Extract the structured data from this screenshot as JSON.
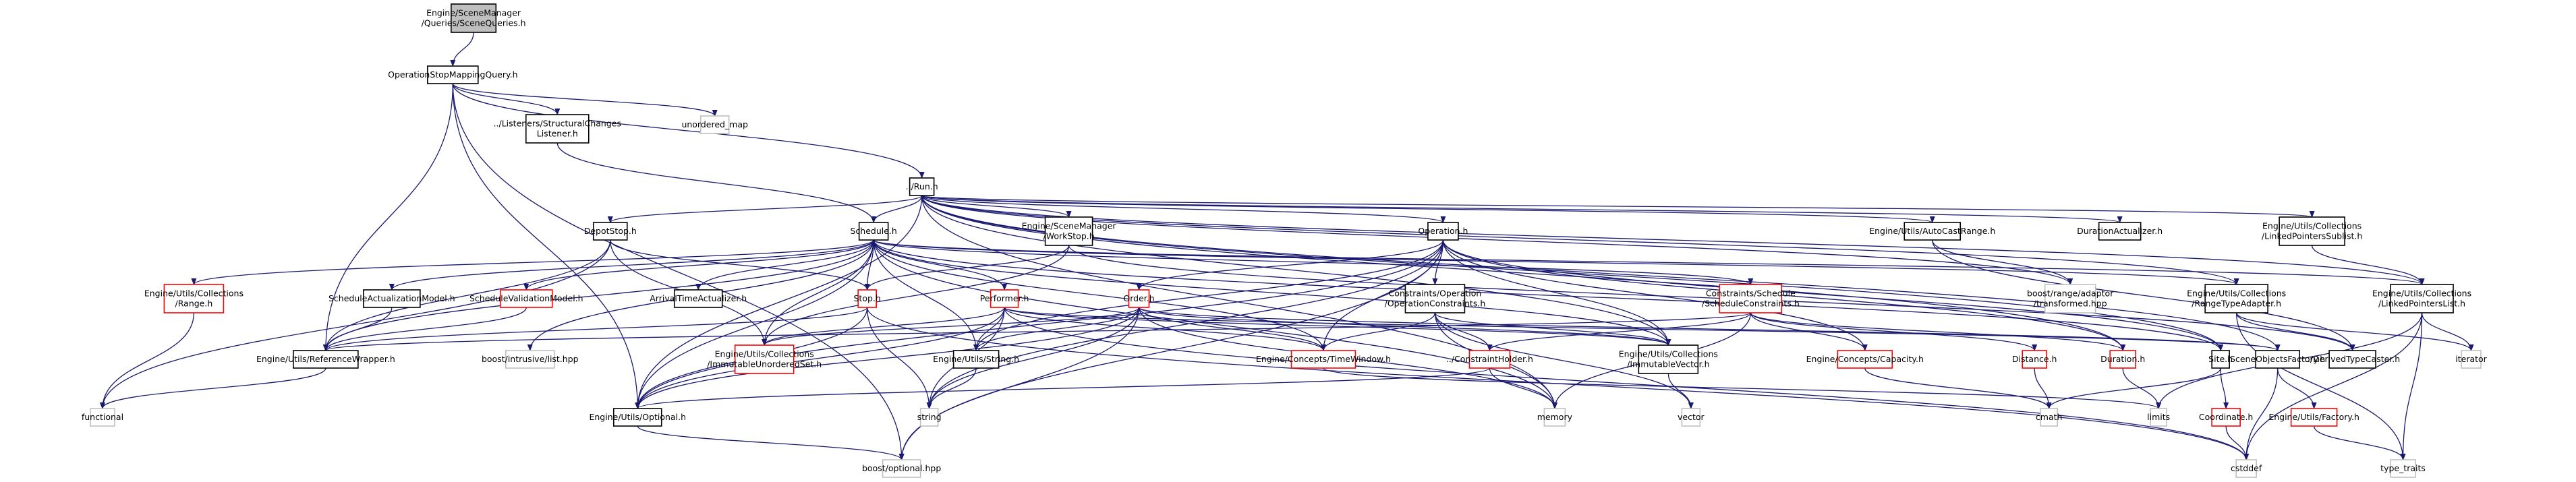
{
  "diagram": {
    "title": "",
    "colors": {
      "edge": "#191970",
      "focus_fill": "#bfbfbf",
      "focus_stroke": "#000000",
      "normal_fill": "#ffffff",
      "normal_stroke": "#000000",
      "missing_stroke": "#ff0000",
      "external_stroke": "#bfbfbf"
    },
    "nodes": [
      {
        "id": "root",
        "lines": [
          "Engine/SceneManager",
          "/Queries/SceneQueries.h"
        ],
        "style": "focus"
      },
      {
        "id": "opstop",
        "lines": [
          "OperationStopMappingQuery.h"
        ],
        "style": "normal"
      },
      {
        "id": "listener",
        "lines": [
          "../Listeners/StructuralChanges",
          "Listener.h"
        ],
        "style": "normal"
      },
      {
        "id": "unordered_map",
        "lines": [
          "unordered_map"
        ],
        "style": "external"
      },
      {
        "id": "run",
        "lines": [
          "../Run.h"
        ],
        "style": "normal"
      },
      {
        "id": "depotstop",
        "lines": [
          "DepotStop.h"
        ],
        "style": "normal"
      },
      {
        "id": "schedule",
        "lines": [
          "Schedule.h"
        ],
        "style": "normal"
      },
      {
        "id": "workstop",
        "lines": [
          "Engine/SceneManager",
          "/WorkStop.h"
        ],
        "style": "normal"
      },
      {
        "id": "operation",
        "lines": [
          "Operation.h"
        ],
        "style": "normal"
      },
      {
        "id": "autocast",
        "lines": [
          "Engine/Utils/AutoCastRange.h"
        ],
        "style": "normal"
      },
      {
        "id": "durationact",
        "lines": [
          "DurationActualizer.h"
        ],
        "style": "normal"
      },
      {
        "id": "lpsublist",
        "lines": [
          "Engine/Utils/Collections",
          "/LinkedPointersSublist.h"
        ],
        "style": "normal"
      },
      {
        "id": "range",
        "lines": [
          "Engine/Utils/Collections",
          "/Range.h"
        ],
        "style": "missing"
      },
      {
        "id": "schedact",
        "lines": [
          "ScheduleActualizationModel.h"
        ],
        "style": "normal"
      },
      {
        "id": "schedval",
        "lines": [
          "ScheduleValidationModel.h"
        ],
        "style": "missing"
      },
      {
        "id": "arrival",
        "lines": [
          "ArrivalTimeActualizer.h"
        ],
        "style": "normal"
      },
      {
        "id": "stop",
        "lines": [
          "Stop.h"
        ],
        "style": "missing"
      },
      {
        "id": "performer",
        "lines": [
          "Performer.h"
        ],
        "style": "missing"
      },
      {
        "id": "order",
        "lines": [
          "Order.h"
        ],
        "style": "missing"
      },
      {
        "id": "opconstr",
        "lines": [
          "Constraints/Operation",
          "/OperationConstraints.h"
        ],
        "style": "normal"
      },
      {
        "id": "schedconstr",
        "lines": [
          "Constraints/Schedule",
          "/ScheduleConstraints.h"
        ],
        "style": "missing"
      },
      {
        "id": "transformed",
        "lines": [
          "boost/range/adaptor",
          "/transformed.hpp"
        ],
        "style": "external"
      },
      {
        "id": "rangetype",
        "lines": [
          "Engine/Utils/Collections",
          "/RangeTypeAdapter.h"
        ],
        "style": "normal"
      },
      {
        "id": "lplist",
        "lines": [
          "Engine/Utils/Collections",
          "/LinkedPointersList.h"
        ],
        "style": "normal"
      },
      {
        "id": "refwrapper",
        "lines": [
          "Engine/Utils/ReferenceWrapper.h"
        ],
        "style": "normal"
      },
      {
        "id": "intrusive",
        "lines": [
          "boost/intrusive/list.hpp"
        ],
        "style": "external"
      },
      {
        "id": "unordset",
        "lines": [
          "Engine/Utils/Collections",
          "/ImmutableUnorderedSet.h"
        ],
        "style": "missing"
      },
      {
        "id": "utilsstring",
        "lines": [
          "Engine/Utils/String.h"
        ],
        "style": "normal"
      },
      {
        "id": "timewindow",
        "lines": [
          "Engine/Concepts/TimeWindow.h"
        ],
        "style": "missing"
      },
      {
        "id": "constrholder",
        "lines": [
          "../ConstraintHolder.h"
        ],
        "style": "missing"
      },
      {
        "id": "immvector",
        "lines": [
          "Engine/Utils/Collections",
          "/ImmutableVector.h"
        ],
        "style": "normal"
      },
      {
        "id": "capacity",
        "lines": [
          "Engine/Concepts/Capacity.h"
        ],
        "style": "missing"
      },
      {
        "id": "distance",
        "lines": [
          "Distance.h"
        ],
        "style": "missing"
      },
      {
        "id": "duration",
        "lines": [
          "Duration.h"
        ],
        "style": "missing"
      },
      {
        "id": "site",
        "lines": [
          "Site.h"
        ],
        "style": "normal"
      },
      {
        "id": "factory",
        "lines": [
          "SceneObjectsFactory.h"
        ],
        "style": "normal"
      },
      {
        "id": "derivedcaster",
        "lines": [
          "../DerivedTypeCaster.h"
        ],
        "style": "normal"
      },
      {
        "id": "iterator",
        "lines": [
          "iterator"
        ],
        "style": "external"
      },
      {
        "id": "functional",
        "lines": [
          "functional"
        ],
        "style": "external"
      },
      {
        "id": "optional",
        "lines": [
          "Engine/Utils/Optional.h"
        ],
        "style": "normal"
      },
      {
        "id": "string",
        "lines": [
          "string"
        ],
        "style": "external"
      },
      {
        "id": "memory",
        "lines": [
          "memory"
        ],
        "style": "external"
      },
      {
        "id": "vector",
        "lines": [
          "vector"
        ],
        "style": "external"
      },
      {
        "id": "limits",
        "lines": [
          "limits"
        ],
        "style": "external"
      },
      {
        "id": "cmath",
        "lines": [
          "cmath"
        ],
        "style": "external"
      },
      {
        "id": "coordinate",
        "lines": [
          "Coordinate.h"
        ],
        "style": "missing"
      },
      {
        "id": "utilsfactory",
        "lines": [
          "Engine/Utils/Factory.h"
        ],
        "style": "missing"
      },
      {
        "id": "boostoptional",
        "lines": [
          "boost/optional.hpp"
        ],
        "style": "external"
      },
      {
        "id": "cstddef",
        "lines": [
          "cstddef"
        ],
        "style": "external"
      },
      {
        "id": "typetraits",
        "lines": [
          "type_traits"
        ],
        "style": "external"
      }
    ],
    "edges": [
      [
        "root",
        "opstop"
      ],
      [
        "opstop",
        "listener"
      ],
      [
        "opstop",
        "unordered_map"
      ],
      [
        "opstop",
        "run"
      ],
      [
        "opstop",
        "refwrapper"
      ],
      [
        "opstop",
        "optional"
      ],
      [
        "opstop",
        "boostoptional"
      ],
      [
        "listener",
        "schedule"
      ],
      [
        "run",
        "depotstop"
      ],
      [
        "run",
        "schedule"
      ],
      [
        "run",
        "workstop"
      ],
      [
        "run",
        "operation"
      ],
      [
        "run",
        "autocast"
      ],
      [
        "run",
        "durationact"
      ],
      [
        "run",
        "lpsublist"
      ],
      [
        "run",
        "lplist"
      ],
      [
        "run",
        "rangetype"
      ],
      [
        "run",
        "factory"
      ],
      [
        "run",
        "site"
      ],
      [
        "run",
        "immvector"
      ],
      [
        "run",
        "memory"
      ],
      [
        "run",
        "transformed"
      ],
      [
        "run",
        "optional"
      ],
      [
        "run",
        "duration"
      ],
      [
        "depotstop",
        "stop"
      ],
      [
        "depotstop",
        "refwrapper"
      ],
      [
        "depotstop",
        "unordset"
      ],
      [
        "depotstop",
        "functional"
      ],
      [
        "schedule",
        "range"
      ],
      [
        "schedule",
        "schedact"
      ],
      [
        "schedule",
        "schedval"
      ],
      [
        "schedule",
        "arrival"
      ],
      [
        "schedule",
        "stop"
      ],
      [
        "schedule",
        "performer"
      ],
      [
        "schedule",
        "refwrapper"
      ],
      [
        "schedule",
        "intrusive"
      ],
      [
        "schedule",
        "optional"
      ],
      [
        "schedule",
        "utilsstring"
      ],
      [
        "schedule",
        "unordset"
      ],
      [
        "schedule",
        "immvector"
      ],
      [
        "schedule",
        "timewindow"
      ],
      [
        "schedule",
        "schedconstr"
      ],
      [
        "schedule",
        "lplist"
      ],
      [
        "schedule",
        "rangetype"
      ],
      [
        "schedule",
        "site"
      ],
      [
        "schedule",
        "memory"
      ],
      [
        "workstop",
        "stop"
      ],
      [
        "workstop",
        "unordset"
      ],
      [
        "workstop",
        "derivedcaster"
      ],
      [
        "operation",
        "order"
      ],
      [
        "operation",
        "opconstr"
      ],
      [
        "operation",
        "timewindow"
      ],
      [
        "operation",
        "immvector"
      ],
      [
        "operation",
        "utilsstring"
      ],
      [
        "operation",
        "optional"
      ],
      [
        "operation",
        "capacity"
      ],
      [
        "operation",
        "duration"
      ],
      [
        "operation",
        "site"
      ],
      [
        "operation",
        "string"
      ],
      [
        "operation",
        "boostoptional"
      ],
      [
        "autocast",
        "transformed"
      ],
      [
        "autocast",
        "derivedcaster"
      ],
      [
        "lpsublist",
        "lplist"
      ],
      [
        "range",
        "functional"
      ],
      [
        "schedact",
        "refwrapper"
      ],
      [
        "schedval",
        "refwrapper"
      ],
      [
        "stop",
        "refwrapper"
      ],
      [
        "stop",
        "optional"
      ],
      [
        "stop",
        "string"
      ],
      [
        "stop",
        "cstddef"
      ],
      [
        "performer",
        "timewindow"
      ],
      [
        "performer",
        "unordset"
      ],
      [
        "performer",
        "utilsstring"
      ],
      [
        "performer",
        "optional"
      ],
      [
        "performer",
        "immvector"
      ],
      [
        "performer",
        "factory"
      ],
      [
        "performer",
        "string"
      ],
      [
        "performer",
        "cstddef"
      ],
      [
        "order",
        "timewindow"
      ],
      [
        "order",
        "unordset"
      ],
      [
        "order",
        "immvector"
      ],
      [
        "order",
        "utilsstring"
      ],
      [
        "order",
        "optional"
      ],
      [
        "order",
        "string"
      ],
      [
        "order",
        "boostoptional"
      ],
      [
        "order",
        "memory"
      ],
      [
        "order",
        "factory"
      ],
      [
        "opconstr",
        "constrholder"
      ],
      [
        "opconstr",
        "timewindow"
      ],
      [
        "opconstr",
        "immvector"
      ],
      [
        "opconstr",
        "memory"
      ],
      [
        "opconstr",
        "vector"
      ],
      [
        "schedconstr",
        "constrholder"
      ],
      [
        "schedconstr",
        "capacity"
      ],
      [
        "schedconstr",
        "distance"
      ],
      [
        "schedconstr",
        "duration"
      ],
      [
        "schedconstr",
        "memory"
      ],
      [
        "schedconstr",
        "refwrapper"
      ],
      [
        "rangetype",
        "derivedcaster"
      ],
      [
        "rangetype",
        "iterator"
      ],
      [
        "rangetype",
        "typetraits"
      ],
      [
        "lplist",
        "iterator"
      ],
      [
        "lplist",
        "cstddef"
      ],
      [
        "lplist",
        "limits"
      ],
      [
        "lplist",
        "typetraits"
      ],
      [
        "refwrapper",
        "functional"
      ],
      [
        "utilsstring",
        "string"
      ],
      [
        "timewindow",
        "limits"
      ],
      [
        "constrholder",
        "memory"
      ],
      [
        "constrholder",
        "optional"
      ],
      [
        "immvector",
        "vector"
      ],
      [
        "capacity",
        "cmath"
      ],
      [
        "distance",
        "cmath"
      ],
      [
        "duration",
        "limits"
      ],
      [
        "site",
        "coordinate"
      ],
      [
        "site",
        "cmath"
      ],
      [
        "factory",
        "utilsfactory"
      ],
      [
        "factory",
        "cstddef"
      ],
      [
        "coordinate",
        "cstddef"
      ],
      [
        "utilsfactory",
        "typetraits"
      ],
      [
        "optional",
        "boostoptional"
      ]
    ]
  }
}
